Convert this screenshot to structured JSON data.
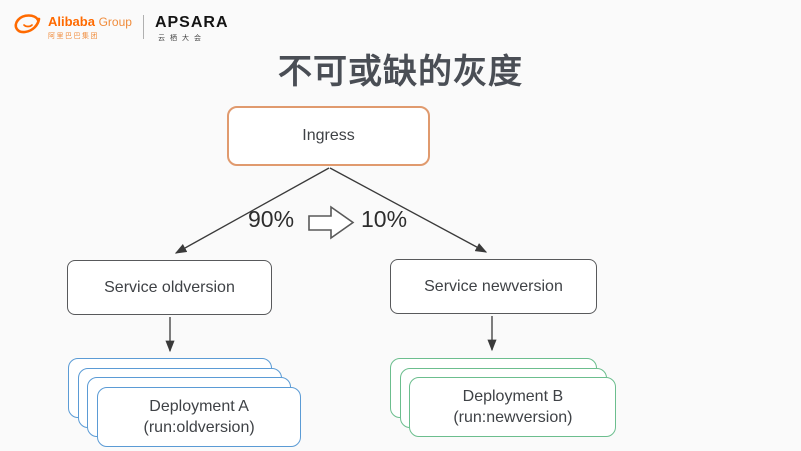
{
  "canvas": {
    "background": "#fafafa"
  },
  "header": {
    "logo": {
      "alibaba_name": "Alibaba",
      "alibaba_type": "Group",
      "alibaba_subtext": "阿里巴巴集团",
      "alibaba_color": "#ff6a00",
      "apsara_name": "APSARA",
      "apsara_subtext": "云栖大会"
    },
    "title": "不可或缺的灰度"
  },
  "diagram": {
    "ingress": {
      "label": "Ingress",
      "border_color": "#e09a6e"
    },
    "traffic_split": {
      "left_percent": "90%",
      "right_percent": "10%"
    },
    "services": [
      {
        "label": "Service oldversion"
      },
      {
        "label": "Service newversion"
      }
    ],
    "deployments": [
      {
        "title": "Deployment A",
        "subtitle": "(run:oldversion)",
        "border_color": "#5b9bd5",
        "card_count": 4
      },
      {
        "title": "Deployment B",
        "subtitle": "(run:newversion)",
        "border_color": "#6cbe8e",
        "card_count": 3
      }
    ],
    "line_color": "#3a3a3a"
  }
}
